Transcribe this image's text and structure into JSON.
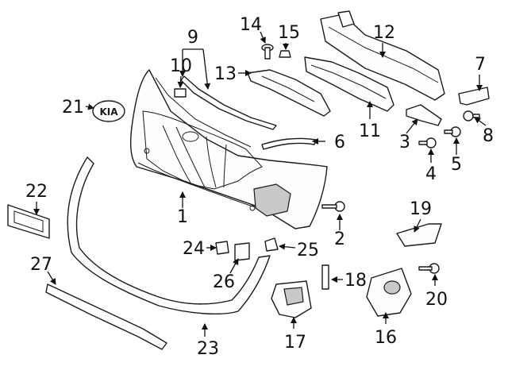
{
  "diagram": {
    "callouts": [
      "1",
      "2",
      "3",
      "4",
      "5",
      "6",
      "7",
      "8",
      "9",
      "10",
      "11",
      "12",
      "13",
      "14",
      "15",
      "16",
      "17",
      "18",
      "19",
      "20",
      "21",
      "22",
      "23",
      "24",
      "25",
      "26",
      "27"
    ],
    "logo_text": "KIA"
  }
}
